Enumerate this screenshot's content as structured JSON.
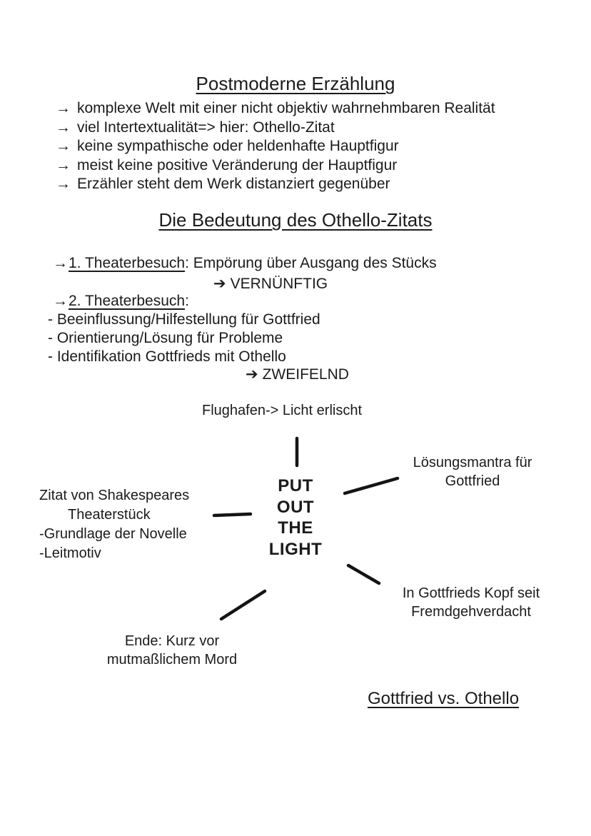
{
  "page": {
    "background": "#ffffff",
    "ink_color": "#1b1b1b"
  },
  "glyphs": {
    "arrow": "→",
    "heavy_arrow": "➔"
  },
  "postmoderne": {
    "title": "Postmoderne Erzählung",
    "items": [
      "komplexe Welt mit einer nicht objektiv wahrnehmbaren Realität",
      "viel Intertextualität=> hier: Othello-Zitat",
      "keine sympathische oder heldenhafte Hauptfigur",
      "meist keine positive Veränderung der Hauptfigur",
      "Erzähler steht dem Werk distanziert gegenüber"
    ]
  },
  "bedeutung": {
    "title": "Die Bedeutung des Othello-Zitats",
    "item1_label": "1. Theaterbesuch",
    "item1_rest": ": Empörung über Ausgang des Stücks",
    "item1_result": "VERNÜNFTIG",
    "item2_label": "2. Theaterbesuch",
    "item2_rest": ":",
    "subitems": [
      "- Beeinflussung/Hilfestellung für Gottfried",
      "- Orientierung/Lösung für Probleme",
      "- Identifikation Gottfrieds mit Othello"
    ],
    "item2_result": "ZWEIFELND"
  },
  "mindmap": {
    "top_label": "Flughafen-> Licht erlischt",
    "center_lines": [
      "PUT",
      "OUT",
      "THE",
      "LIGHT"
    ],
    "right_label_lines": [
      "Lösungsmantra für",
      "Gottfried"
    ],
    "left_label_lines": [
      "Zitat von Shakespeares",
      "Theaterstück",
      "-Grundlage der Novelle",
      "-Leitmotiv"
    ],
    "bottom_right_label_lines": [
      "In Gottfrieds Kopf seit",
      "Fremdgehverdacht"
    ],
    "bottom_left_label_lines": [
      "Ende: Kurz vor",
      "mutmaßlichem Mord"
    ]
  },
  "footer": {
    "title": "Gottfried vs. Othello"
  }
}
